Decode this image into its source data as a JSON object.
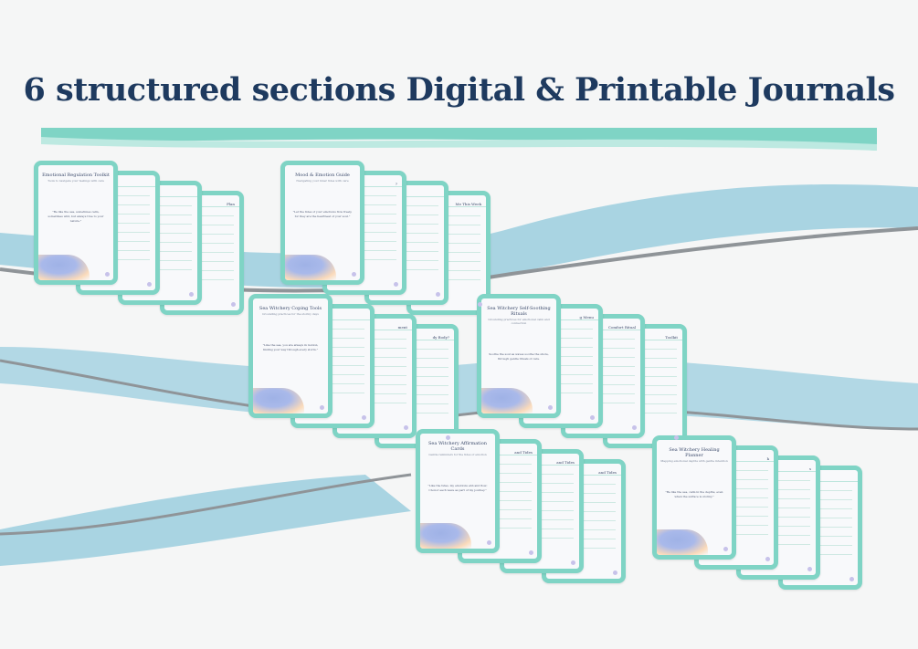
{
  "headline": "6 structured sections Digital & Printable Journals",
  "colors": {
    "title": "#1e3a5f",
    "card_border": "#7fd4c5",
    "banner": "#7fd4c5",
    "wave": "#a9d4e2"
  },
  "sections": [
    {
      "title": "Emotional Regulation Toolkit",
      "subtitle": "Tools to navigate your feelings with care",
      "quote": "\"Be like the sea, sometimes calm, sometimes wild, but always true to your nature.\"",
      "pages": [
        "",
        "",
        "Plan"
      ]
    },
    {
      "title": "Mood & Emotion Guide",
      "subtitle": "Navigating your inner tides with care",
      "quote": "\"Let the tides of your emotions flow freely, for they are the heartbeat of your soul.\"",
      "pages": [
        "?",
        "",
        "Me This Week"
      ]
    },
    {
      "title": "Sea Witchery Coping Tools",
      "subtitle": "Grounding practices for the stormy days",
      "quote": "\"Like the sea, you are always in motion, finding your way through every storm.\"",
      "pages": [
        "",
        "ment",
        "dy Body?"
      ]
    },
    {
      "title": "Sea Witchery Self-Soothing Rituals",
      "subtitle": "Grounding practices for emotional calm and connection",
      "quote": "Soothe the soul as waves soothe the shore, through gentle rituals of care.",
      "pages": [
        "g Menu",
        "Comfort Ritual",
        "Toolkit"
      ]
    },
    {
      "title": "Sea Witchery Affirmation Cards",
      "subtitle": "Gentle reminders for the tides of emotion",
      "quote": "\"Like the tides, my emotions ebb and flow; I honor each wave as part of my journey.\"",
      "pages": [
        "and Tides",
        "and Tides",
        "and Tides"
      ]
    },
    {
      "title": "Sea Witchery Healing Planner",
      "subtitle": "Mapping emotional depths with gentle intention",
      "quote": "\"Be like the sea, calm in the depths, even when the surface is stormy.\"",
      "pages": [
        "k",
        "s",
        ""
      ]
    }
  ]
}
